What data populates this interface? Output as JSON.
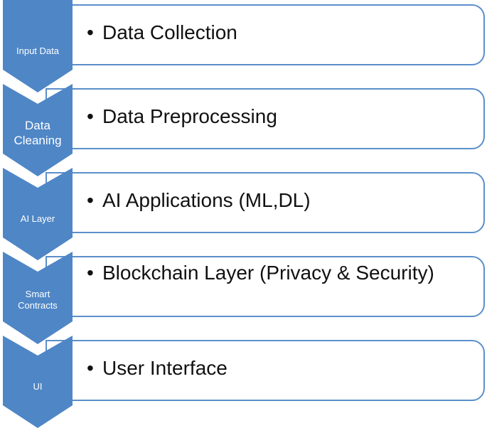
{
  "stages": [
    {
      "label": "Input Data",
      "content": "Data Collection"
    },
    {
      "label": "Data Cleaning",
      "content": "Data Preprocessing"
    },
    {
      "label": "AI Layer",
      "content": "AI Applications (ML,DL)"
    },
    {
      "label": "Smart Contracts",
      "content": "Blockchain Layer (Privacy & Security)"
    },
    {
      "label": "UI",
      "content": "User Interface"
    }
  ],
  "bullet": "•",
  "colors": {
    "chevron_fill": "#4f86c6",
    "box_border": "#5b8fca",
    "text": "#111111",
    "label_text": "#ffffff"
  }
}
